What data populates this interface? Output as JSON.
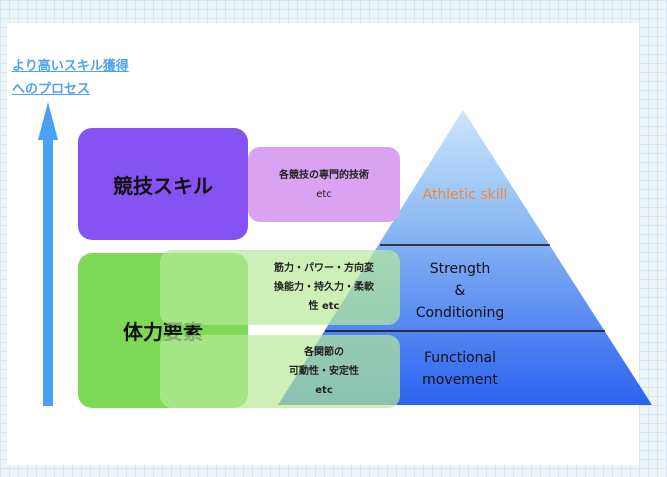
{
  "heading": {
    "line1": "より高いスキル獲得",
    "line2": "へのプロセス"
  },
  "left_blocks": {
    "skill": {
      "label": "競技スキル",
      "detail_line1": "各競技の専門的技術",
      "detail_line2": "etc"
    },
    "physical": {
      "label": "体力要素",
      "detail_a_line1": "筋力・パワー・方向変",
      "detail_a_line2": "換能力・持久力・柔軟",
      "detail_a_line3": "性 etc",
      "detail_b_line1": "各関節の",
      "detail_b_line2": "可動性・安定性",
      "detail_b_line3": "etc"
    }
  },
  "pyramid": {
    "top": "Athletic skill",
    "middle_line1": "Strength",
    "middle_line2": "&",
    "middle_line3": "Conditioning",
    "bottom_line1": "Functional",
    "bottom_line2": "movement"
  },
  "colors": {
    "arrow": "#4aa0f5",
    "skill_box": "#8652f2",
    "skill_detail": "#d9a3f1",
    "physical_box": "#7ed957",
    "physical_detail": "#c4efaa",
    "athletic_text": "#f08a3a"
  }
}
